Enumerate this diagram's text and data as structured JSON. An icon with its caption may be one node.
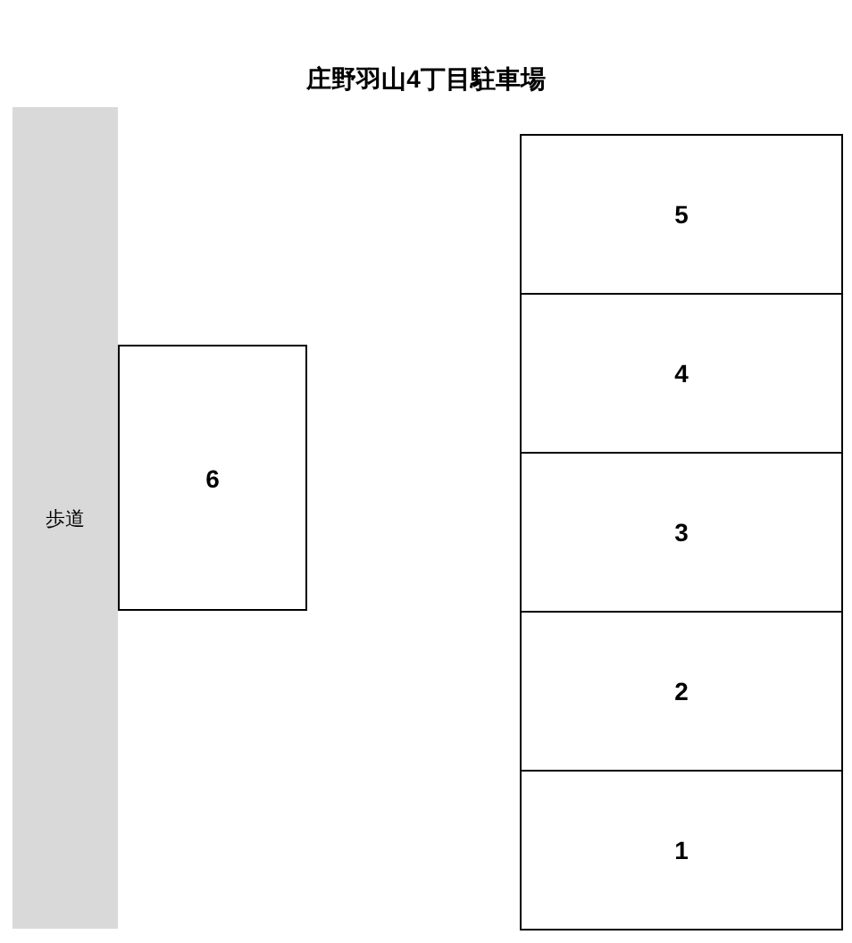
{
  "diagram": {
    "title": "庄野羽山4丁目駐車場",
    "nodes": [
      {
        "text": [
          "歩道"
        ]
      },
      {
        "text": [
          "6"
        ]
      },
      {
        "text": [
          "5"
        ]
      },
      {
        "text": [
          "4"
        ]
      },
      {
        "text": [
          "3"
        ]
      },
      {
        "text": [
          "2"
        ]
      },
      {
        "text": [
          "1"
        ]
      }
    ]
  }
}
